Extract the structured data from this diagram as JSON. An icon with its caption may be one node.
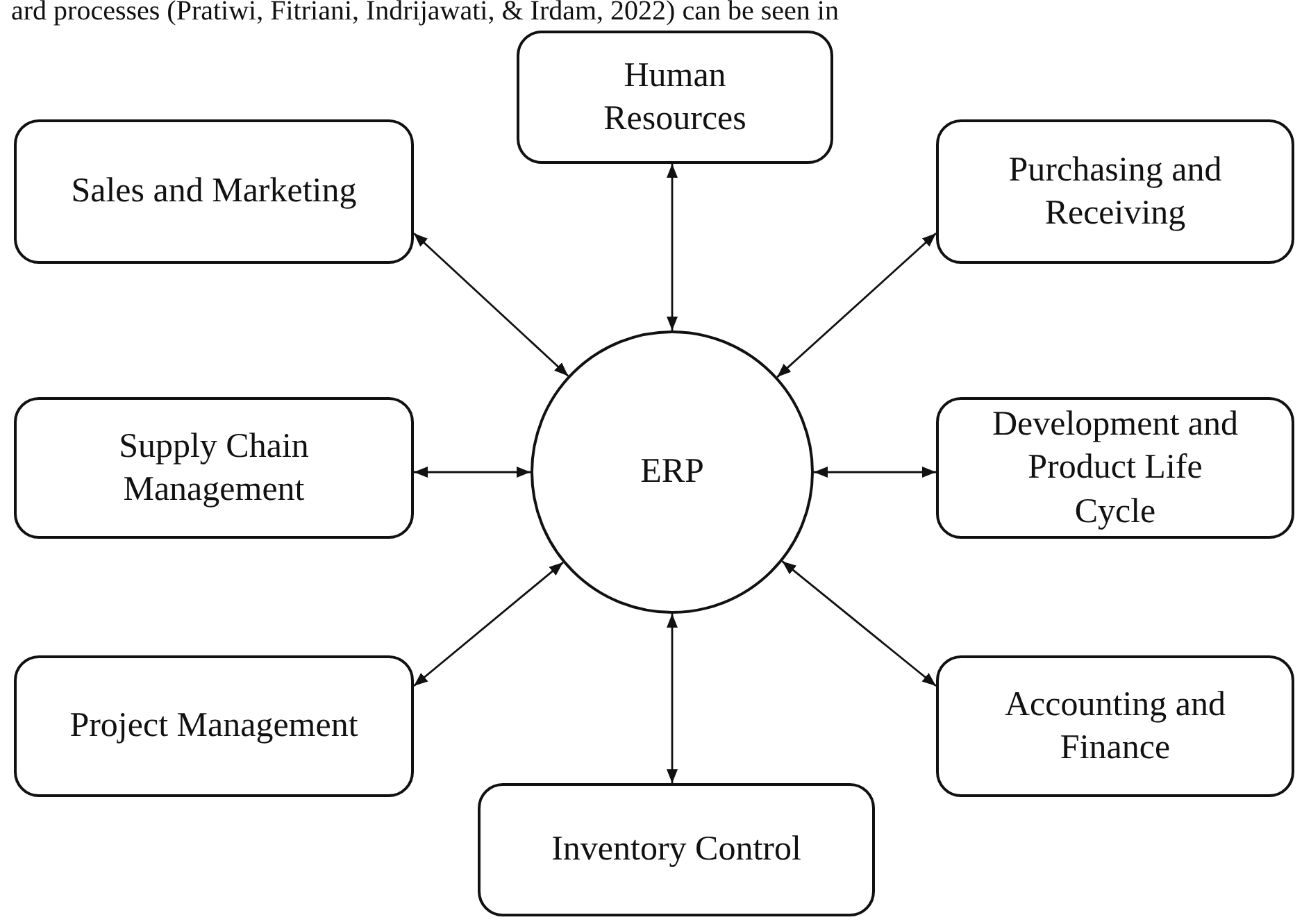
{
  "diagram": {
    "nodes": [
      {
        "text": [
          "Human Resources"
        ]
      },
      {
        "text": [
          "Sales and Marketing"
        ]
      },
      {
        "text": [
          "Purchasing and Receiving"
        ]
      },
      {
        "text": [
          "Supply Chain Management"
        ]
      },
      {
        "text": [
          "ERP"
        ]
      },
      {
        "text": [
          "Development and Product Life Cycle"
        ]
      },
      {
        "text": [
          "Project Management"
        ]
      },
      {
        "text": [
          "Accounting and Finance"
        ]
      },
      {
        "text": [
          "Inventory Control"
        ]
      }
    ],
    "edges": [
      {
        "from": 4,
        "to": 0,
        "arrow": "both"
      },
      {
        "from": 4,
        "to": 1,
        "arrow": "both"
      },
      {
        "from": 4,
        "to": 2,
        "arrow": "both"
      },
      {
        "from": 4,
        "to": 3,
        "arrow": "both"
      },
      {
        "from": 4,
        "to": 5,
        "arrow": "both"
      },
      {
        "from": 4,
        "to": 6,
        "arrow": "both"
      },
      {
        "from": 4,
        "to": 7,
        "arrow": "both"
      },
      {
        "from": 4,
        "to": 8,
        "arrow": "both"
      }
    ],
    "labels": [
      "ard processes (Pratiwi, Fitriani, Indrijawati, & Irdam, 2022) can be seen in"
    ]
  }
}
